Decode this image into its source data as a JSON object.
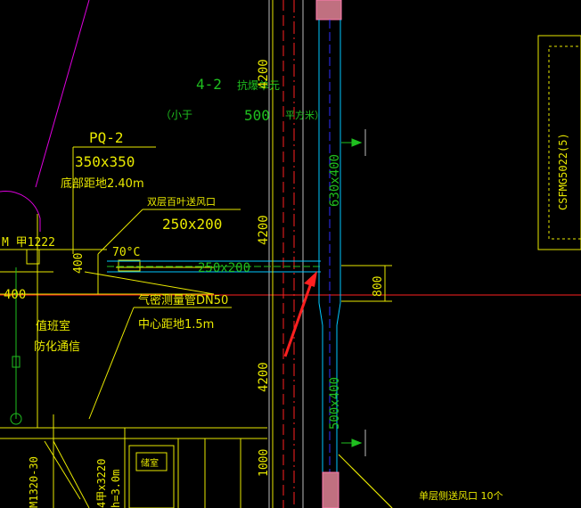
{
  "colors": {
    "background": "#000000",
    "yellow": "#e8e800",
    "green": "#1fbf1f",
    "cyan": "#00c8ff",
    "magenta": "#e000e0",
    "red": "#ff2020",
    "gray": "#bdbdbd",
    "white": "#ffffff",
    "pink": "#ff7ab0"
  },
  "labels": {
    "room_code": "4-2",
    "room_name": "抗爆单元",
    "area_small": "（小于",
    "area_value": "500",
    "area_unit": "平方米）",
    "pq_code": "PQ-2",
    "pq_size": "350x350",
    "pq_height": "底部距地2.40m",
    "outlet_title": "双层百叶送风口",
    "outlet_size": "250x200",
    "damper_temp": "70°C",
    "duct_label": "250x200",
    "gas_pipe": "气密测量管DN50",
    "center_height": "中心距地1.5m",
    "room_duty": "值班室",
    "comm": "防化通信",
    "meter_label": "M 甲1222",
    "left_dim": "400",
    "mid_dim_400": "400",
    "vertical_duct_top": "630x400",
    "vertical_duct_bottom": "500x400",
    "dim_800": "800",
    "dim_4200_a": "4200",
    "dim_4200_b": "4200",
    "dim_4200_c": "4200",
    "dim_1000": "1000",
    "side_equipment": "CSFMG5022(5)",
    "bottom_right_note": "单层侧送风口 10个",
    "bottom_left_code": "M1320-30",
    "bottom_left_small": "4甲x3220",
    "bottom_left_height": "h=3.0m",
    "closet_label": "储室"
  }
}
